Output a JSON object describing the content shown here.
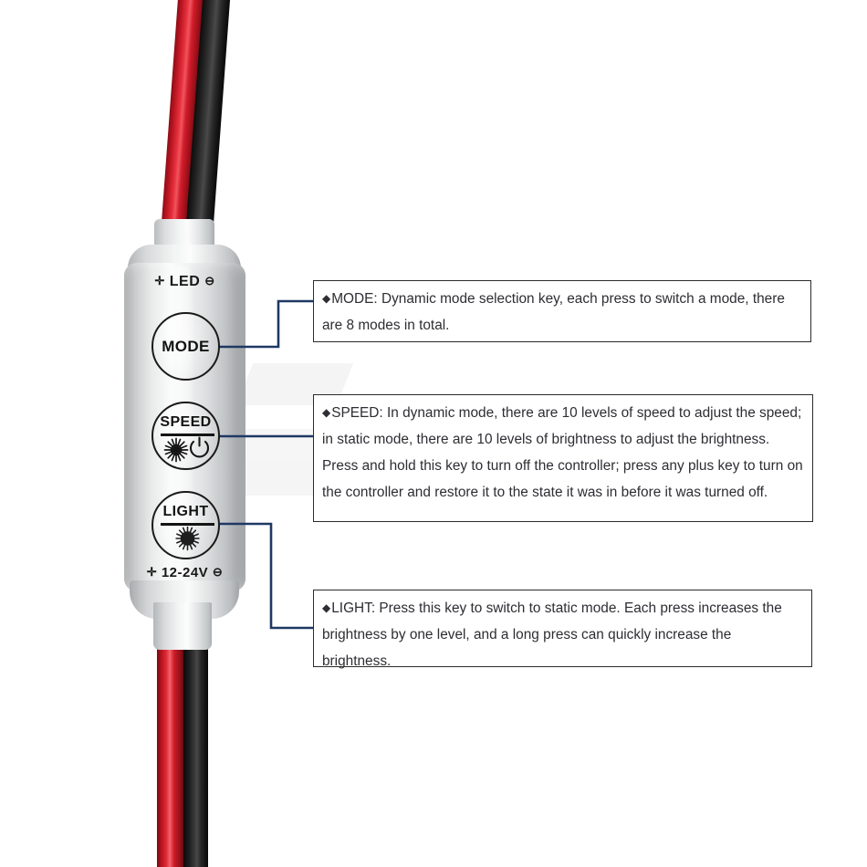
{
  "device": {
    "name": "mini-led-dimmer-controller",
    "top_label": {
      "positive": "✛",
      "text": "LED",
      "negative": "⊖"
    },
    "bottom_label": {
      "positive": "✛",
      "text": "12-24V",
      "negative": "⊖"
    },
    "buttons": [
      {
        "id": "mode",
        "label": "MODE",
        "icons": []
      },
      {
        "id": "speed",
        "label": "SPEED",
        "icons": [
          "sun-icon",
          "power-icon"
        ]
      },
      {
        "id": "light",
        "label": "LIGHT",
        "icons": [
          "filled-sun-icon"
        ]
      }
    ],
    "wires": {
      "top": [
        "red-wire",
        "black-wire"
      ],
      "bottom": [
        "red-wire",
        "black-wire"
      ]
    }
  },
  "annotations": [
    {
      "id": "mode",
      "bullet": "◆",
      "text": "MODE: Dynamic mode selection key, each press to switch a mode, there are 8 modes in total."
    },
    {
      "id": "speed",
      "bullet": "◆",
      "text": "SPEED: In dynamic mode, there are 10 levels of speed to adjust the speed; in static mode, there are 10 levels of brightness to adjust the brightness. Press and hold this key to turn off the controller; press any plus key to turn on the controller and restore it to the state it was in before it was turned off."
    },
    {
      "id": "light",
      "bullet": "◆",
      "text": "LIGHT: Press this key to switch to static mode. Each press increases the brightness by one level, and a long press can quickly increase the brightness."
    }
  ],
  "colors": {
    "leader_line": "#1f3864",
    "box_border": "#2b2b2b",
    "text": "#2d2d33",
    "wire_red": "#d21f2c",
    "wire_black": "#1a1a1a",
    "housing": "#eceeee",
    "background": "#ffffff"
  }
}
